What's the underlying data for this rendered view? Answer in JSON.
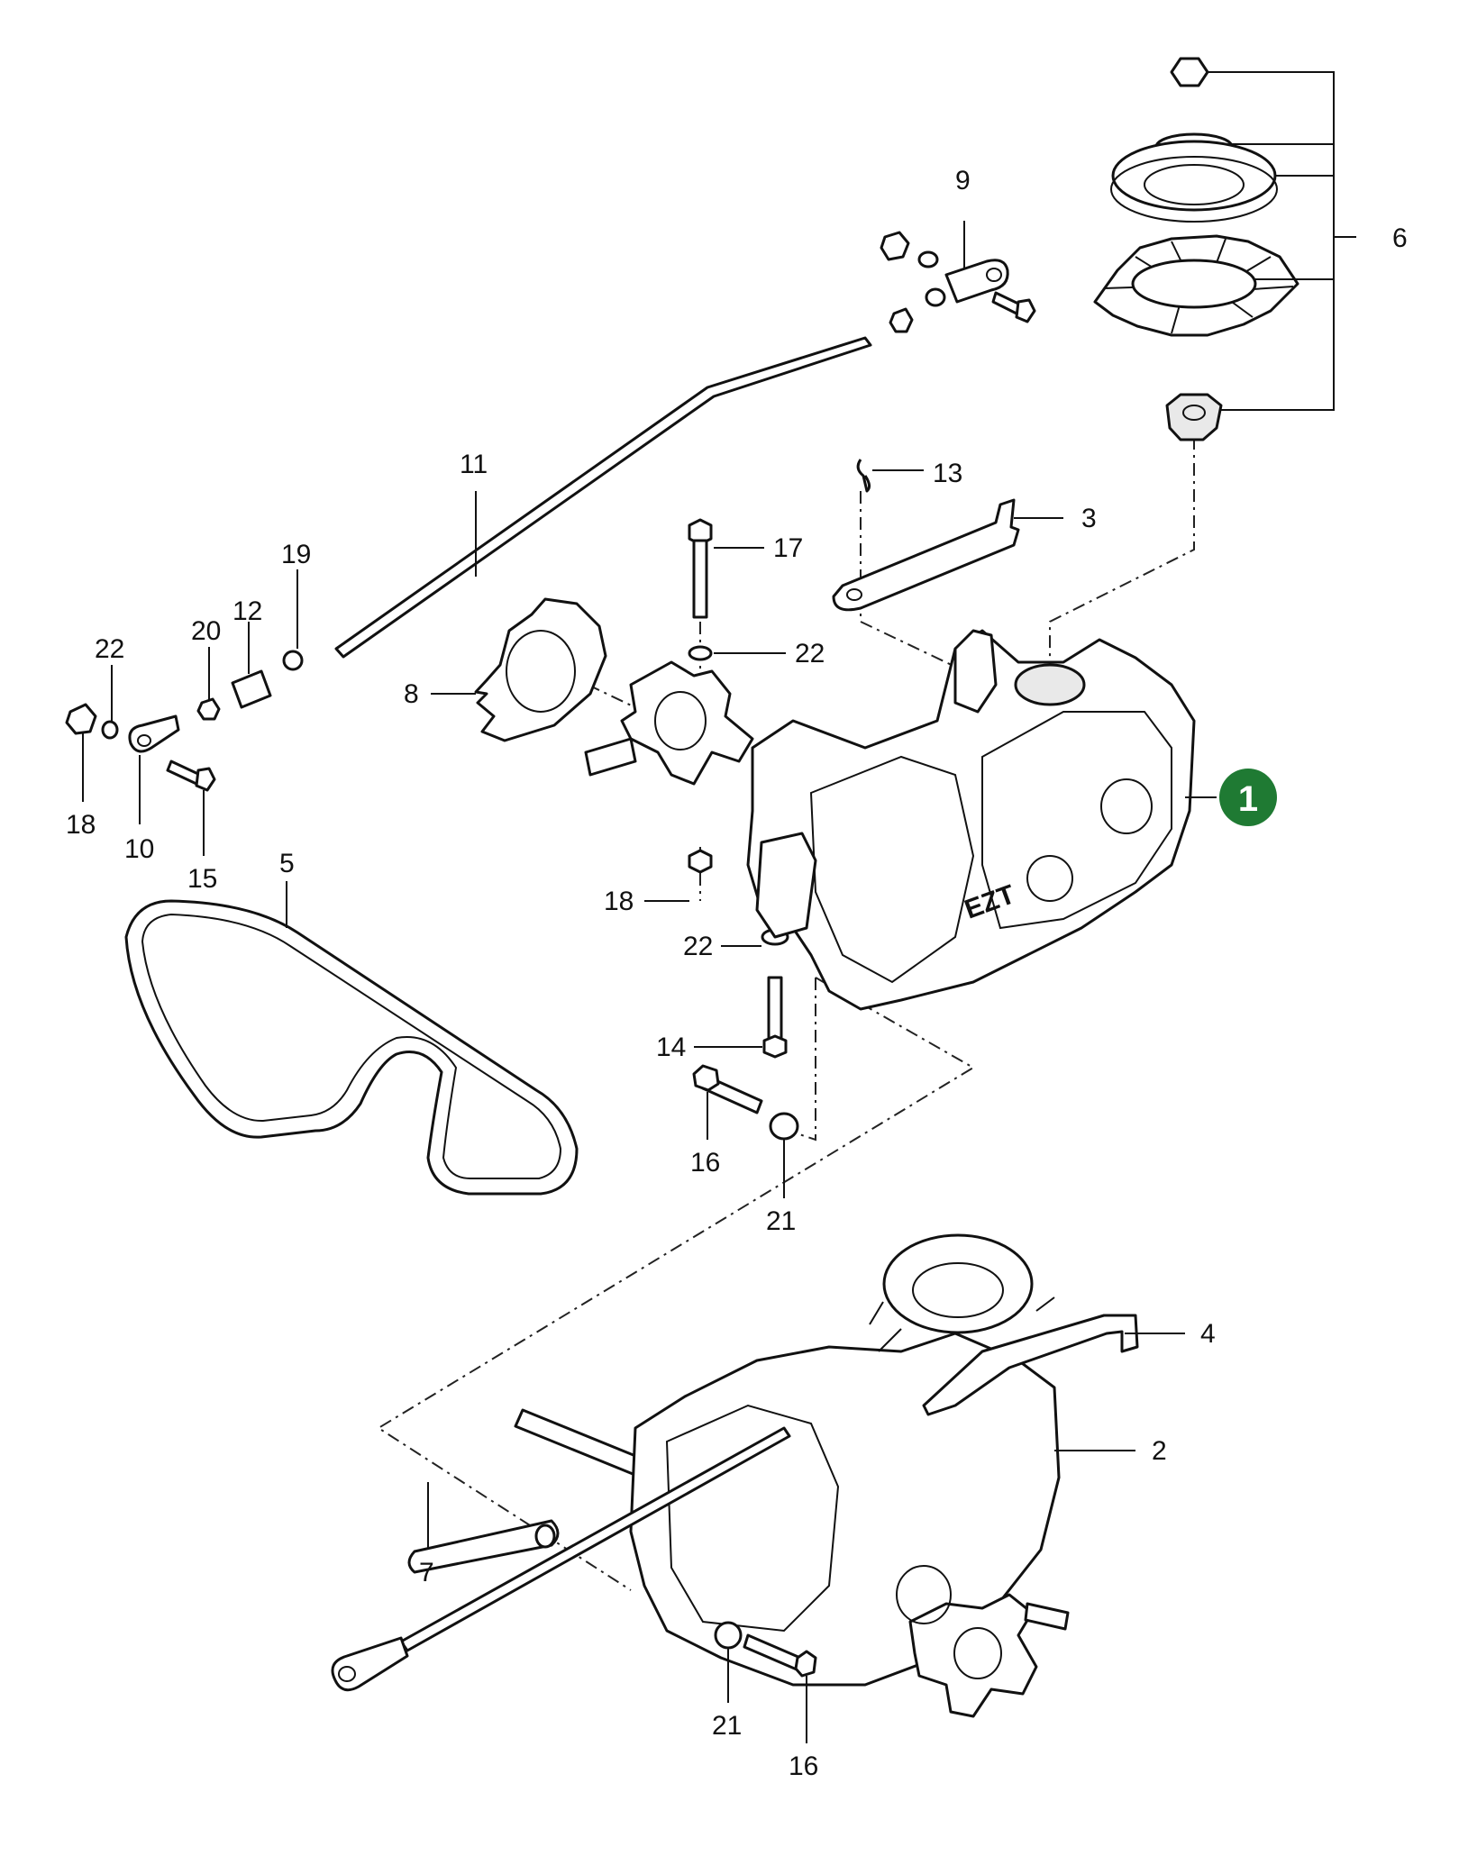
{
  "callouts": [
    {
      "id": "c1",
      "label": "1",
      "highlight": true
    },
    {
      "id": "c2",
      "label": "2"
    },
    {
      "id": "c3",
      "label": "3"
    },
    {
      "id": "c4",
      "label": "4"
    },
    {
      "id": "c5",
      "label": "5"
    },
    {
      "id": "c6",
      "label": "6"
    },
    {
      "id": "c7",
      "label": "7"
    },
    {
      "id": "c8",
      "label": "8"
    },
    {
      "id": "c9",
      "label": "9"
    },
    {
      "id": "c10",
      "label": "10"
    },
    {
      "id": "c11",
      "label": "11"
    },
    {
      "id": "c12",
      "label": "12"
    },
    {
      "id": "c13",
      "label": "13"
    },
    {
      "id": "c14",
      "label": "14"
    },
    {
      "id": "c15",
      "label": "15"
    },
    {
      "id": "c16a",
      "label": "16"
    },
    {
      "id": "c16b",
      "label": "16"
    },
    {
      "id": "c17",
      "label": "17"
    },
    {
      "id": "c18a",
      "label": "18"
    },
    {
      "id": "c18b",
      "label": "18"
    },
    {
      "id": "c19",
      "label": "19"
    },
    {
      "id": "c20",
      "label": "20"
    },
    {
      "id": "c21a",
      "label": "21"
    },
    {
      "id": "c21b",
      "label": "21"
    },
    {
      "id": "c22a",
      "label": "22"
    },
    {
      "id": "c22b",
      "label": "22"
    },
    {
      "id": "c22c",
      "label": "22"
    }
  ],
  "housing_marking": "EZT",
  "colors": {
    "line": "#111111",
    "badge": "#1f7a33",
    "background": "#ffffff"
  }
}
